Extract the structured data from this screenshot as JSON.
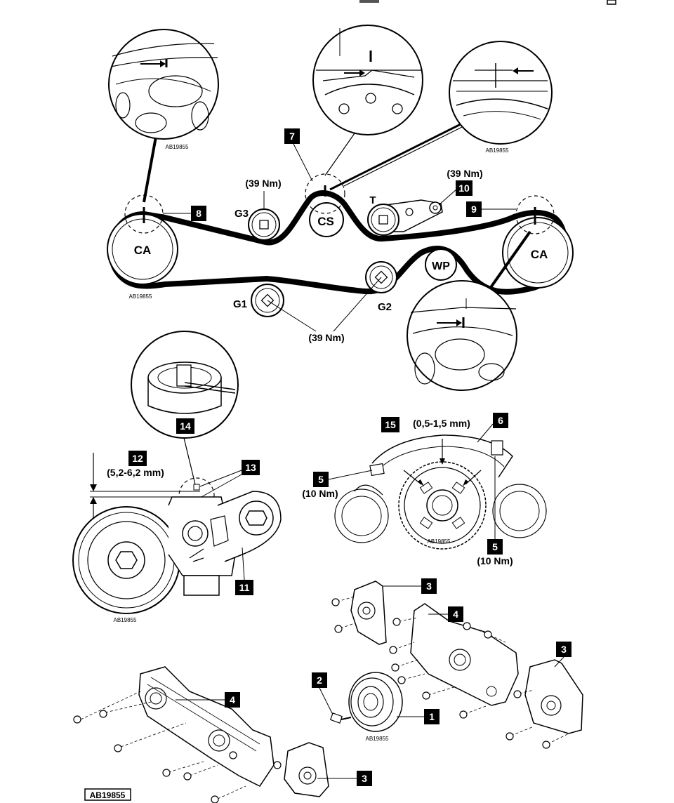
{
  "figure_id": "AB19855",
  "small_ids": [
    "AB19855",
    "AB19855",
    "AB19855",
    "AB19855",
    "AB19855",
    "AB19855"
  ],
  "callouts": {
    "c1": "1",
    "c2": "2",
    "c3a": "3",
    "c3b": "3",
    "c3c": "3",
    "c4a": "4",
    "c4b": "4",
    "c5a": "5",
    "c5b": "5",
    "c6": "6",
    "c7": "7",
    "c8": "8",
    "c9": "9",
    "c10": "10",
    "c11": "11",
    "c12": "12",
    "c13": "13",
    "c14": "14",
    "c15": "15"
  },
  "pulleys": {
    "ca_left": "CA",
    "ca_right": "CA",
    "cs": "CS",
    "wp": "WP",
    "g1": "G1",
    "g2": "G2",
    "g3": "G3",
    "t": "T"
  },
  "torques": {
    "g3": "(39 Nm)",
    "t": "(39 Nm)",
    "g12": "(39 Nm)",
    "bolt5a": "(10 Nm)",
    "bolt5b": "(10 Nm)"
  },
  "gaps": {
    "tensioner": "(5,2-6,2 mm)",
    "sensor": "(0,5-1,5 mm)"
  }
}
